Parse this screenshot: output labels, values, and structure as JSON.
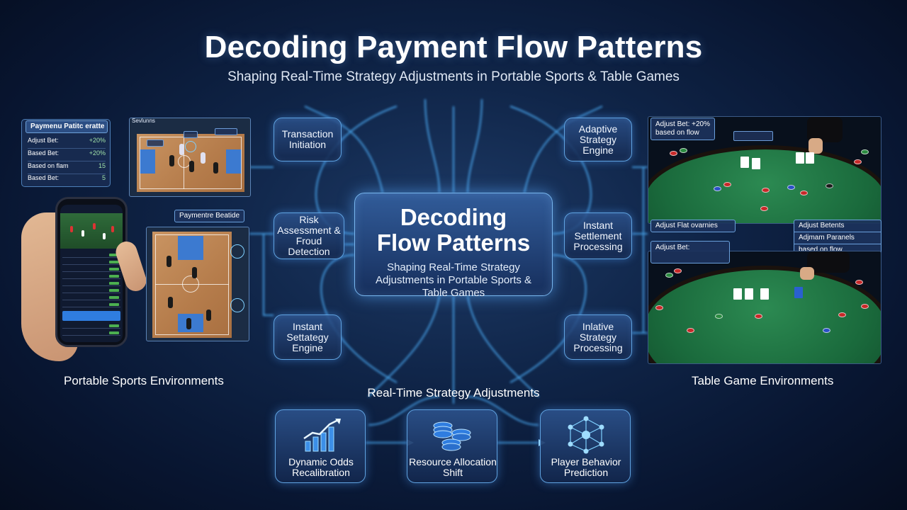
{
  "header": {
    "title": "Decoding Payment Flow Patterns",
    "subtitle": "Shaping Real-Time Strategy Adjustments in Portable Sports & Table Games"
  },
  "center": {
    "title_line1": "Decoding",
    "title_line2": "Flow Patterns",
    "subtitle": "Shaping Real-Time Strategy Adjustments in Portable Sports & Table Games"
  },
  "left_nodes": [
    {
      "label": "Transaction Initiation"
    },
    {
      "label": "Risk Assessment & Froud Detection"
    },
    {
      "label": "Instant Settategy Engine"
    }
  ],
  "right_nodes": [
    {
      "label": "Adaptive Strategy Engine"
    },
    {
      "label": "Instant Settlement Processing"
    },
    {
      "label": "Inlative Strategy Processing"
    }
  ],
  "sports_panel": {
    "info_card": {
      "title": "Paymenu Patitc eratte",
      "rows": [
        {
          "label": "Adjust Bet:",
          "value": "+20%"
        },
        {
          "label": "Based Bet:",
          "value": "+20%"
        },
        {
          "label": "Based on flam",
          "value": "15"
        },
        {
          "label": "Based Bet:",
          "value": "5"
        }
      ]
    },
    "court1_label": "Sevlunns",
    "court2_callout": "Paymentre Beatide",
    "environment_label": "Portable Sports Environments"
  },
  "table_panel": {
    "top_overlay": {
      "line1": "Adjust Bet: +20%",
      "line2": "based on flow"
    },
    "callout_left": "Adjust Flat ovarnies",
    "callout_right": {
      "line1": "Adjust Betents",
      "line2": "Adjmam Paranels",
      "line3": "based on flow"
    },
    "lower_overlay": {
      "line1": "Adjust Bet:",
      "line2": ""
    },
    "environment_label": "Table Game Environments"
  },
  "adjustments": {
    "title": "Real-Time Strategy Adjustments",
    "items": [
      {
        "label": "Dynamic Odds Recalibration",
        "icon": "rising-bar-chart-icon"
      },
      {
        "label": "Resource Allocation Shift",
        "icon": "chip-stacks-icon"
      },
      {
        "label": "Player Behavior Prediction",
        "icon": "network-brain-icon"
      }
    ]
  },
  "colors": {
    "background": "#0f2447",
    "accent": "#4fb4ff",
    "node_border": "#5fa2e0",
    "felt": "#1a6a3c"
  }
}
